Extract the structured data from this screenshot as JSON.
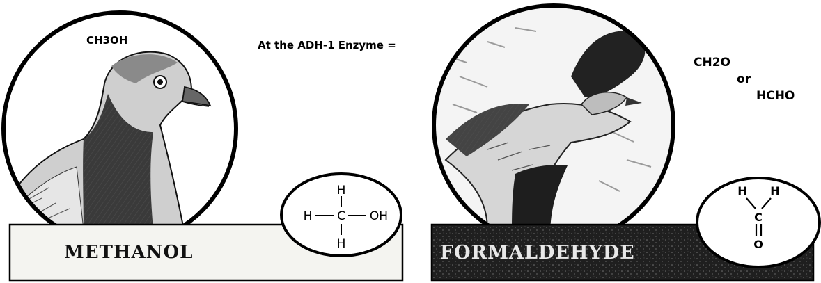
{
  "diagram": {
    "methanol_formula": "CH3OH",
    "reaction_text": "At the ADH-1 Enzyme =",
    "formaldehyde_formula_lines": [
      "CH2O",
      "or",
      "HCHO"
    ],
    "methanol_label": "METHANOL",
    "formaldehyde_label": "FORMALDEHYDE",
    "methanol_structure": {
      "top": "H",
      "left": "H",
      "center": "C",
      "right": "OH",
      "bottom": "H"
    },
    "formaldehyde_structure": {
      "left": "H",
      "right": "H",
      "center": "C",
      "bottom": "O"
    },
    "colors": {
      "plaque_methanol_fill": "#f4f4f0",
      "plaque_formaldehyde_fill": "#2a2a2a",
      "ink": "#000000"
    },
    "illustrations": [
      "pigeon-illustration",
      "gull-illustration"
    ]
  }
}
